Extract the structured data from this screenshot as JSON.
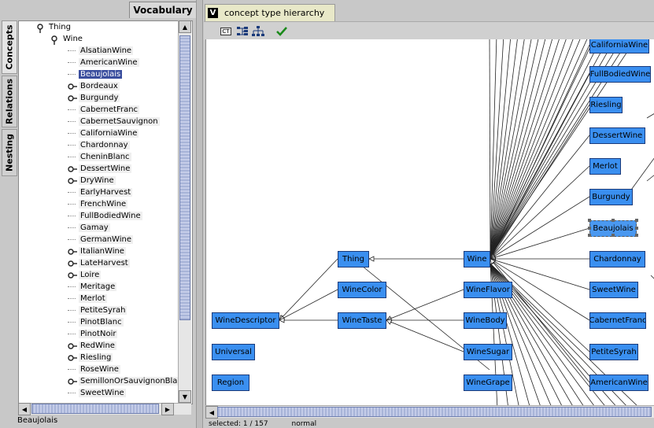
{
  "left_panel": {
    "title": "Vocabulary",
    "side_tabs": [
      "Concepts",
      "Relations",
      "Nesting"
    ],
    "tree": [
      {
        "label": "Thing",
        "level": 0,
        "kind": "open",
        "selected": false
      },
      {
        "label": "Wine",
        "level": 1,
        "kind": "open",
        "selected": false
      },
      {
        "label": "AlsatianWine",
        "level": 2,
        "kind": "leaf",
        "selected": false
      },
      {
        "label": "AmericanWine",
        "level": 2,
        "kind": "leaf",
        "selected": false
      },
      {
        "label": "Beaujolais",
        "level": 2,
        "kind": "leaf",
        "selected": true
      },
      {
        "label": "Bordeaux",
        "level": 2,
        "kind": "closed",
        "selected": false
      },
      {
        "label": "Burgundy",
        "level": 2,
        "kind": "closed",
        "selected": false
      },
      {
        "label": "CabernetFranc",
        "level": 2,
        "kind": "leaf",
        "selected": false
      },
      {
        "label": "CabernetSauvignon",
        "level": 2,
        "kind": "leaf",
        "selected": false
      },
      {
        "label": "CaliforniaWine",
        "level": 2,
        "kind": "leaf",
        "selected": false
      },
      {
        "label": "Chardonnay",
        "level": 2,
        "kind": "leaf",
        "selected": false
      },
      {
        "label": "CheninBlanc",
        "level": 2,
        "kind": "leaf",
        "selected": false
      },
      {
        "label": "DessertWine",
        "level": 2,
        "kind": "closed",
        "selected": false
      },
      {
        "label": "DryWine",
        "level": 2,
        "kind": "closed",
        "selected": false
      },
      {
        "label": "EarlyHarvest",
        "level": 2,
        "kind": "leaf",
        "selected": false
      },
      {
        "label": "FrenchWine",
        "level": 2,
        "kind": "leaf",
        "selected": false
      },
      {
        "label": "FullBodiedWine",
        "level": 2,
        "kind": "leaf",
        "selected": false
      },
      {
        "label": "Gamay",
        "level": 2,
        "kind": "leaf",
        "selected": false
      },
      {
        "label": "GermanWine",
        "level": 2,
        "kind": "leaf",
        "selected": false
      },
      {
        "label": "ItalianWine",
        "level": 2,
        "kind": "closed",
        "selected": false
      },
      {
        "label": "LateHarvest",
        "level": 2,
        "kind": "closed",
        "selected": false
      },
      {
        "label": "Loire",
        "level": 2,
        "kind": "closed",
        "selected": false
      },
      {
        "label": "Meritage",
        "level": 2,
        "kind": "leaf",
        "selected": false
      },
      {
        "label": "Merlot",
        "level": 2,
        "kind": "leaf",
        "selected": false
      },
      {
        "label": "PetiteSyrah",
        "level": 2,
        "kind": "leaf",
        "selected": false
      },
      {
        "label": "PinotBlanc",
        "level": 2,
        "kind": "leaf",
        "selected": false
      },
      {
        "label": "PinotNoir",
        "level": 2,
        "kind": "leaf",
        "selected": false
      },
      {
        "label": "RedWine",
        "level": 2,
        "kind": "closed",
        "selected": false
      },
      {
        "label": "Riesling",
        "level": 2,
        "kind": "closed",
        "selected": false
      },
      {
        "label": "RoseWine",
        "level": 2,
        "kind": "leaf",
        "selected": false
      },
      {
        "label": "SemillonOrSauvignonBlan",
        "level": 2,
        "kind": "closed",
        "selected": false
      },
      {
        "label": "SweetWine",
        "level": 2,
        "kind": "leaf",
        "selected": false
      }
    ],
    "status": "Beaujolais"
  },
  "right_panel": {
    "tab_icon": "V",
    "tab_title": "concept type hierarchy",
    "toolbar": {
      "ct_label": "CT",
      "icons": [
        "ct-icon",
        "hierarchy-tree-icon",
        "hierarchy-layout-icon",
        "checkmark-icon"
      ],
      "check_color": "#1a8a1a"
    },
    "graph_nodes": [
      {
        "id": "CaliforniaWine",
        "label": "CaliforniaWine"
      },
      {
        "id": "FullBodiedWine",
        "label": "FullBodiedWine"
      },
      {
        "id": "Riesling",
        "label": "Riesling"
      },
      {
        "id": "DessertWine",
        "label": "DessertWine"
      },
      {
        "id": "Merlot",
        "label": "Merlot"
      },
      {
        "id": "Burgundy",
        "label": "Burgundy"
      },
      {
        "id": "Beaujolais",
        "label": "Beaujolais",
        "selected": true
      },
      {
        "id": "Chardonnay",
        "label": "Chardonnay"
      },
      {
        "id": "SweetWine",
        "label": "SweetWine"
      },
      {
        "id": "CabernetFranc",
        "label": "CabernetFranc"
      },
      {
        "id": "PetiteSyrah",
        "label": "PetiteSyrah"
      },
      {
        "id": "AmericanWine",
        "label": "AmericanWine"
      },
      {
        "id": "Thing",
        "label": "Thing"
      },
      {
        "id": "Wine",
        "label": "Wine"
      },
      {
        "id": "WineColor",
        "label": "WineColor"
      },
      {
        "id": "WineFlavor",
        "label": "WineFlavor"
      },
      {
        "id": "WineDescriptor",
        "label": "WineDescriptor"
      },
      {
        "id": "WineTaste",
        "label": "WineTaste"
      },
      {
        "id": "WineBody",
        "label": "WineBody"
      },
      {
        "id": "WineSugar",
        "label": "WineSugar"
      },
      {
        "id": "Universal",
        "label": "Universal"
      },
      {
        "id": "Region",
        "label": "Region"
      },
      {
        "id": "WineGrape",
        "label": "WineGrape"
      }
    ],
    "node_color": "#3a8ff0",
    "status_selected": "selected: 1 / 157",
    "status_mode": "normal"
  }
}
